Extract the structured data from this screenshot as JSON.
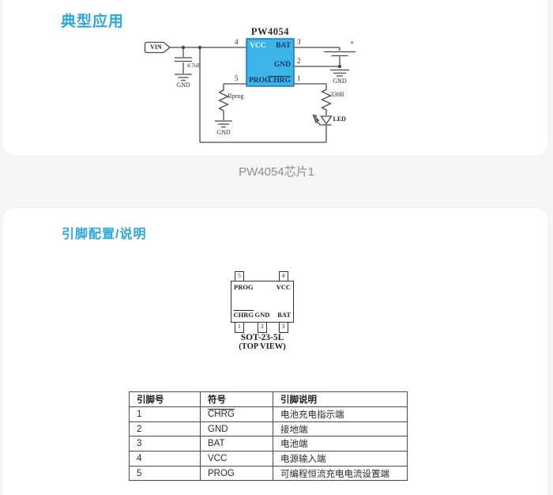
{
  "colors": {
    "accent": "#2ba7dd",
    "chip_fill": "#3cb4e7",
    "chip_border": "#2076b4",
    "wire": "#4a4a4a",
    "caption_text": "#8c8c8c"
  },
  "sections": {
    "typical_app": {
      "title": "典型应用"
    },
    "pin_config": {
      "title": "引脚配置/说明"
    }
  },
  "figure": {
    "caption": "PW4054芯片1"
  },
  "schematic": {
    "chip_title": "PW4054",
    "vin": "VIN",
    "cap_value": "4.7uF",
    "gnd": "GND",
    "plus": "+",
    "rprog": "Rprog",
    "r330": "330R",
    "led": "LED",
    "pin_labels": {
      "vcc": "VCC",
      "bat": "BAT",
      "gnd": "GND",
      "prog": "PROG",
      "chrg": "CHRG"
    },
    "pin_numbers": {
      "vcc": "4",
      "bat": "3",
      "gnd": "2",
      "prog": "5",
      "chrg": "1"
    }
  },
  "package": {
    "name": "SOT-23-5L",
    "view": "(TOP VIEW)",
    "labels": {
      "prog": "PROG",
      "vcc": "VCC",
      "chrg": "CHRG",
      "gnd": "GND",
      "bat": "BAT"
    },
    "pins": {
      "p1": "1",
      "p2": "2",
      "p3": "3",
      "p4": "4",
      "p5": "5"
    }
  },
  "pin_table": {
    "headers": [
      "引脚号",
      "符号",
      "引脚说明"
    ],
    "rows": [
      {
        "pin": "1",
        "symbol": "CHRG",
        "desc": "电池充电指示端"
      },
      {
        "pin": "2",
        "symbol": "GND",
        "desc": "接地端"
      },
      {
        "pin": "3",
        "symbol": "BAT",
        "desc": "电池端"
      },
      {
        "pin": "4",
        "symbol": "VCC",
        "desc": "电源输入端"
      },
      {
        "pin": "5",
        "symbol": "PROG",
        "desc": "可编程恒流充电电流设置端"
      }
    ]
  }
}
